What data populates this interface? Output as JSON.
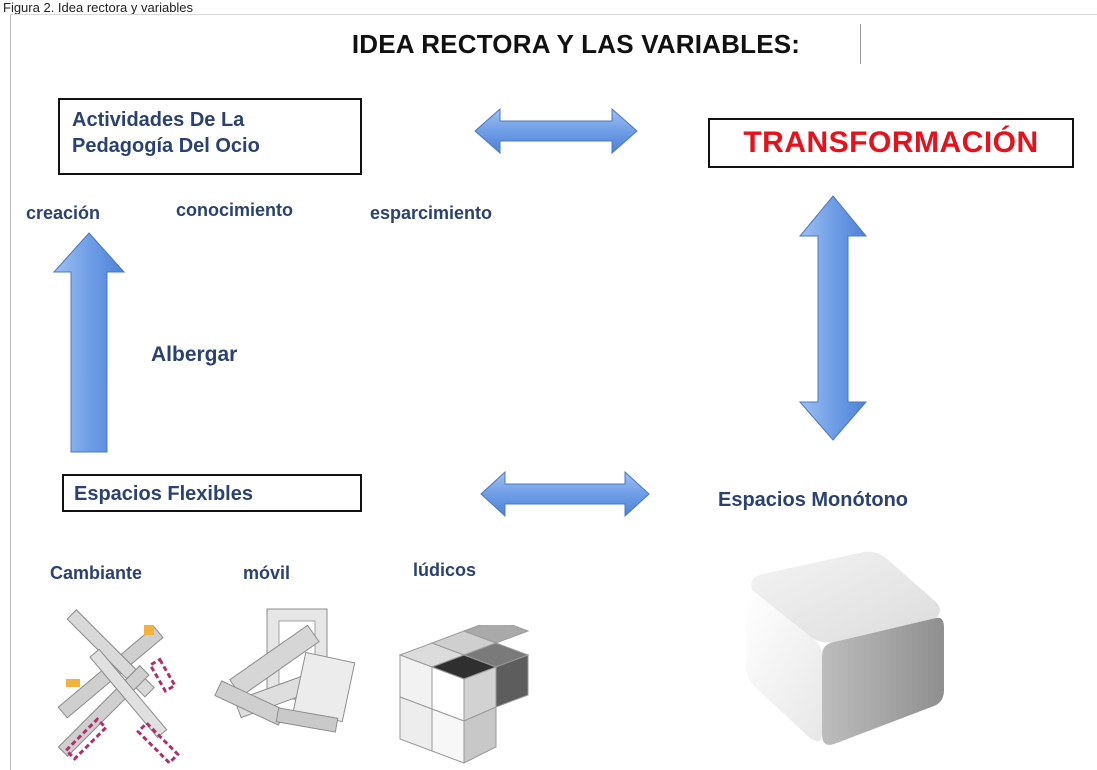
{
  "caption": "Figura 2. Idea rectora y variables",
  "title": "IDEA RECTORA Y LAS VARIABLES:",
  "boxes": {
    "activities_line1": "Actividades De La",
    "activities_line2": "Pedagogía Del Ocio",
    "transformation": "TRANSFORMACIÓN",
    "flexible_spaces": "Espacios Flexibles"
  },
  "activities": [
    "creación",
    "conocimiento",
    "esparcimiento"
  ],
  "albergar": "Albergar",
  "monotone_spaces": "Espacios Monótono",
  "flexible_qualities": [
    "Cambiante",
    "móvil",
    "lúdicos"
  ],
  "colors": {
    "arrow": "#6f9ee6",
    "arrow_edge": "#4a77c4",
    "label": "#2b4170",
    "accent": "#e8101a"
  }
}
